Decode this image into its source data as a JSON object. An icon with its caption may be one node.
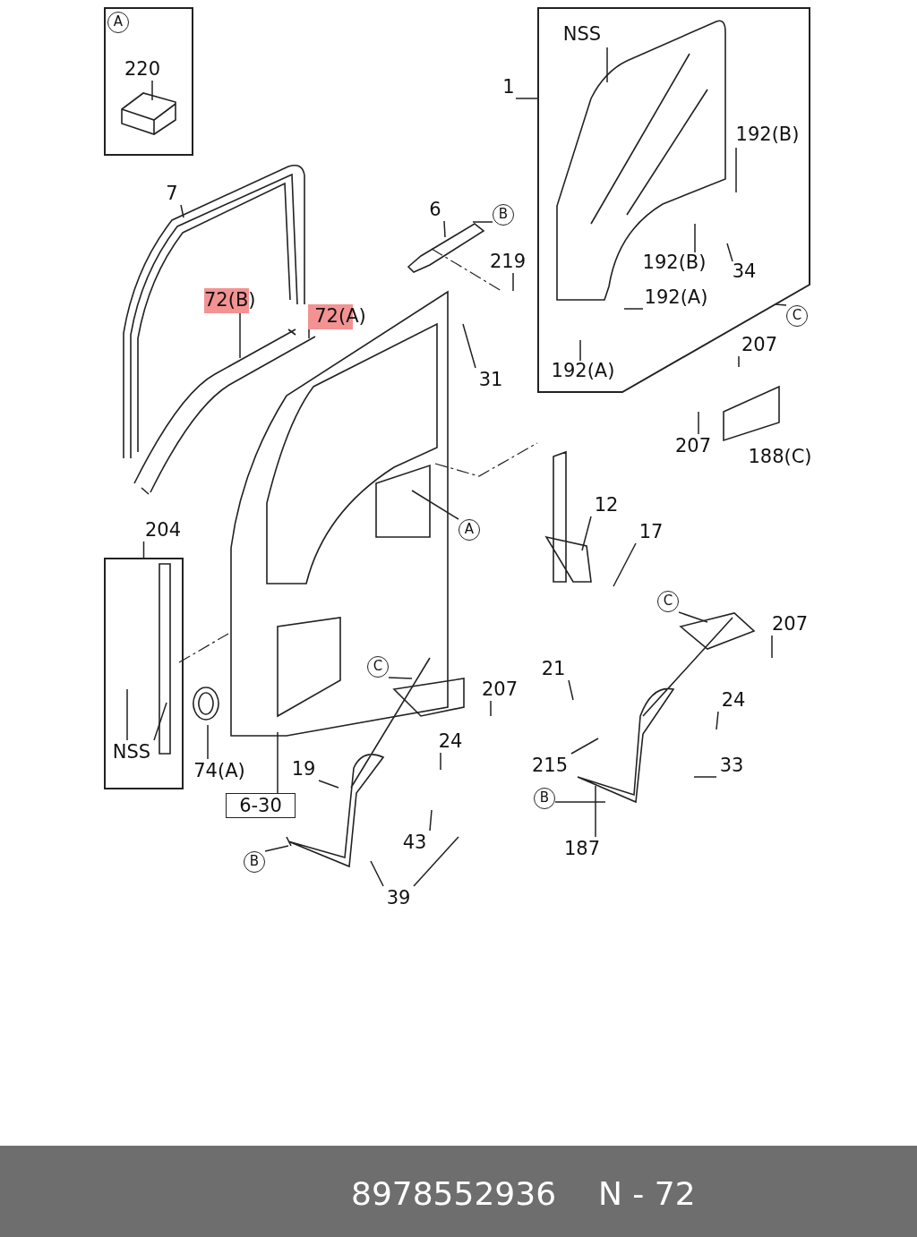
{
  "diagram": {
    "nodes": [
      {
        "text": [],
        "shape": "box"
      },
      {
        "text": [
          "A"
        ],
        "in": 0
      },
      {
        "text": [
          "220"
        ],
        "in": 0
      },
      {
        "text": [
          "7"
        ]
      },
      {
        "text": [
          "72(B)"
        ]
      },
      {
        "text": [
          "72(A)"
        ]
      },
      {
        "text": [
          "6"
        ]
      },
      {
        "text": [
          "B"
        ]
      },
      {
        "text": [
          "219"
        ]
      },
      {
        "text": [
          "31"
        ]
      },
      {
        "text": [],
        "shape": "box"
      },
      {
        "text": [
          "NSS"
        ],
        "in": 10
      },
      {
        "text": [
          "1"
        ]
      },
      {
        "text": [
          "192(B)"
        ],
        "in": 10
      },
      {
        "text": [
          "192(B)"
        ],
        "in": 10
      },
      {
        "text": [
          "34"
        ],
        "in": 10
      },
      {
        "text": [
          "192(A)"
        ],
        "in": 10
      },
      {
        "text": [
          "192(A)"
        ],
        "in": 10
      },
      {
        "text": [
          "C"
        ]
      },
      {
        "text": [
          "207"
        ]
      },
      {
        "text": [
          "207"
        ]
      },
      {
        "text": [
          "188(C)"
        ]
      },
      {
        "text": [
          "A"
        ]
      },
      {
        "text": [
          "12"
        ]
      },
      {
        "text": [
          "17"
        ]
      },
      {
        "text": [
          "204"
        ]
      },
      {
        "text": [],
        "shape": "box"
      },
      {
        "text": [
          "NSS"
        ],
        "in": 26
      },
      {
        "text": [
          "74(A)"
        ]
      },
      {
        "text": [
          "6-30"
        ]
      },
      {
        "text": [
          "C"
        ]
      },
      {
        "text": [
          "207"
        ]
      },
      {
        "text": [
          "24"
        ]
      },
      {
        "text": [
          "19"
        ]
      },
      {
        "text": [
          "B"
        ]
      },
      {
        "text": [
          "43"
        ]
      },
      {
        "text": [
          "39"
        ]
      },
      {
        "text": [
          "21"
        ]
      },
      {
        "text": [
          "215"
        ]
      },
      {
        "text": [
          "C"
        ]
      },
      {
        "text": [
          "207"
        ]
      },
      {
        "text": [
          "24"
        ]
      },
      {
        "text": [
          "33"
        ]
      },
      {
        "text": [
          "B"
        ]
      },
      {
        "text": [
          "187"
        ]
      }
    ],
    "edges": [
      {
        "from": 2,
        "to": null,
        "arrow": "none"
      },
      {
        "from": 3,
        "to": null,
        "arrow": "none"
      },
      {
        "from": 4,
        "to": null,
        "arrow": "none"
      },
      {
        "from": 5,
        "to": null,
        "arrow": "none"
      },
      {
        "from": 6,
        "to": null,
        "arrow": "none"
      },
      {
        "from": 7,
        "to": null,
        "arrow": "none"
      },
      {
        "from": 8,
        "to": null,
        "arrow": "none"
      },
      {
        "from": 9,
        "to": null,
        "arrow": "none"
      },
      {
        "from": 12,
        "to": 10,
        "arrow": "none"
      },
      {
        "from": 11,
        "to": null,
        "arrow": "none"
      },
      {
        "from": 13,
        "to": null,
        "arrow": "none"
      },
      {
        "from": 14,
        "to": null,
        "arrow": "none"
      },
      {
        "from": 15,
        "to": null,
        "arrow": "none"
      },
      {
        "from": 16,
        "to": null,
        "arrow": "none"
      },
      {
        "from": 17,
        "to": null,
        "arrow": "none"
      },
      {
        "from": 18,
        "to": 10,
        "arrow": "none"
      },
      {
        "from": 19,
        "to": null,
        "arrow": "none"
      },
      {
        "from": 20,
        "to": null,
        "arrow": "none"
      },
      {
        "from": 22,
        "to": null,
        "arrow": "none"
      },
      {
        "from": 23,
        "to": null,
        "arrow": "none"
      },
      {
        "from": 24,
        "to": null,
        "arrow": "none"
      },
      {
        "from": 25,
        "to": 26,
        "arrow": "none"
      },
      {
        "from": 27,
        "to": null,
        "arrow": "none"
      },
      {
        "from": 27,
        "to": null,
        "arrow": "none"
      },
      {
        "from": 28,
        "to": null,
        "arrow": "none"
      },
      {
        "from": 29,
        "to": null,
        "arrow": "none"
      },
      {
        "from": 30,
        "to": null,
        "arrow": "none"
      },
      {
        "from": 31,
        "to": null,
        "arrow": "none"
      },
      {
        "from": 32,
        "to": null,
        "arrow": "none"
      },
      {
        "from": 33,
        "to": null,
        "arrow": "none"
      },
      {
        "from": 34,
        "to": null,
        "arrow": "none"
      },
      {
        "from": 35,
        "to": null,
        "arrow": "none"
      },
      {
        "from": 36,
        "to": null,
        "arrow": "none"
      },
      {
        "from": 36,
        "to": null,
        "arrow": "none"
      },
      {
        "from": 37,
        "to": null,
        "arrow": "none"
      },
      {
        "from": 38,
        "to": null,
        "arrow": "none"
      },
      {
        "from": 39,
        "to": null,
        "arrow": "none"
      },
      {
        "from": 40,
        "to": null,
        "arrow": "none"
      },
      {
        "from": 41,
        "to": null,
        "arrow": "none"
      },
      {
        "from": 42,
        "to": null,
        "arrow": "none"
      },
      {
        "from": 43,
        "to": null,
        "arrow": "none"
      },
      {
        "from": 44,
        "to": null,
        "arrow": "none"
      }
    ],
    "labels": [
      "8978552936",
      "N - 72"
    ]
  }
}
